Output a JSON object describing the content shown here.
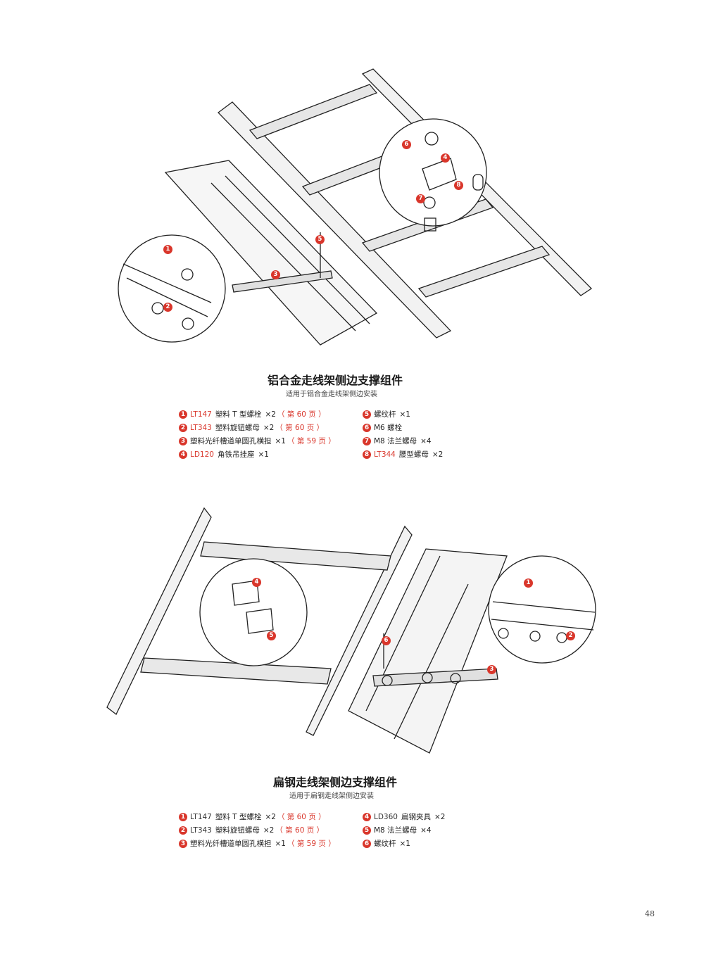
{
  "section1": {
    "title": "铝合金走线架侧边支撑组件",
    "subtitle": "适用于铝合金走线架侧边安装",
    "markers": [
      "1",
      "2",
      "3",
      "4",
      "5",
      "6",
      "7",
      "8"
    ],
    "items_left": [
      {
        "num": "1",
        "code": "LT147",
        "name": "塑料 T 型螺栓",
        "qty": "×2",
        "page": "（ 第 60 页 ）"
      },
      {
        "num": "2",
        "code": "LT343",
        "name": "塑料旋钮螺母",
        "qty": "×2",
        "page": "（ 第 60 页 ）"
      },
      {
        "num": "3",
        "code": "",
        "name": "塑料光纤槽道单圆孔横担",
        "qty": "×1",
        "page": "（ 第 59 页 ）"
      },
      {
        "num": "4",
        "code": "LD120",
        "name": "角铁吊挂座",
        "qty": "×1",
        "page": ""
      }
    ],
    "items_right": [
      {
        "num": "5",
        "code": "",
        "name": "螺纹杆",
        "qty": "×1",
        "page": ""
      },
      {
        "num": "6",
        "code": "",
        "name": "M6 螺栓",
        "qty": "",
        "page": ""
      },
      {
        "num": "7",
        "code": "",
        "name": "M8 法兰螺母",
        "qty": "×4",
        "page": ""
      },
      {
        "num": "8",
        "code": "LT344",
        "name": "腰型螺母",
        "qty": "×2",
        "page": ""
      }
    ]
  },
  "section2": {
    "title": "扁钢走线架侧边支撑组件",
    "subtitle": "适用于扁钢走线架侧边安装",
    "markers": [
      "1",
      "2",
      "3",
      "4",
      "5",
      "6"
    ],
    "items_left": [
      {
        "num": "1",
        "code": "LT147",
        "name": "塑料 T 型螺栓",
        "qty": "×2",
        "page": "（ 第 60 页 ）"
      },
      {
        "num": "2",
        "code": "LT343",
        "name": "塑料旋钮螺母",
        "qty": "×2",
        "page": "（ 第 60 页 ）"
      },
      {
        "num": "3",
        "code": "",
        "name": "塑料光纤槽道单圆孔横担",
        "qty": "×1",
        "page": "（ 第 59 页 ）"
      }
    ],
    "items_right": [
      {
        "num": "4",
        "code": "LD360",
        "name": "扁钢夹具",
        "qty": "×2",
        "page": ""
      },
      {
        "num": "5",
        "code": "",
        "name": "M8 法兰螺母",
        "qty": "×4",
        "page": ""
      },
      {
        "num": "6",
        "code": "",
        "name": "螺纹杆",
        "qty": "×1",
        "page": ""
      }
    ]
  },
  "page_number": "48",
  "colors": {
    "accent": "#d9362b",
    "text": "#222222"
  }
}
